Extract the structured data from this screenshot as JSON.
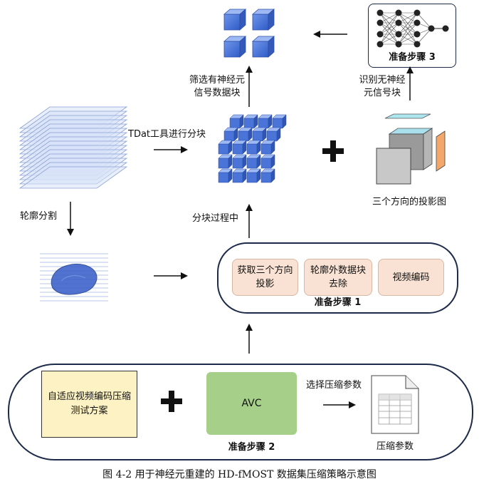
{
  "labels": {
    "filter_blocks": [
      "筛选有神经元",
      "信号数据块"
    ],
    "identify_blocks": [
      "识别无神经",
      "元信号块"
    ],
    "tdat_split": "TDat工具进行分块",
    "contour_seg": "轮廓分割",
    "split_process": "分块过程中",
    "three_dir_proj": "三个方向的投影图",
    "select_params": "选择压缩参数",
    "compress_params": "压缩参数"
  },
  "step1": {
    "title": "准备步骤 1",
    "boxes": [
      [
        "获取三个方向",
        "投影"
      ],
      [
        "轮廓外数据块",
        "去除"
      ],
      [
        "视频编码"
      ]
    ]
  },
  "step2": {
    "title": "准备步骤 2",
    "adaptive": [
      "自适应视频编码压缩",
      "测试方案"
    ],
    "avc": "AVC"
  },
  "step3": {
    "title": "准备步骤 3"
  },
  "caption": "图 4-2  用于神经元重建的 HD-fMOST 数据集压缩策略示意图",
  "colors": {
    "cube_blue": "#4a74d8",
    "step_box": "#f9e2d3",
    "adaptive_box": "#fdf2c4",
    "avc_box": "#a6d08a",
    "frame": "#1d2a4a"
  }
}
